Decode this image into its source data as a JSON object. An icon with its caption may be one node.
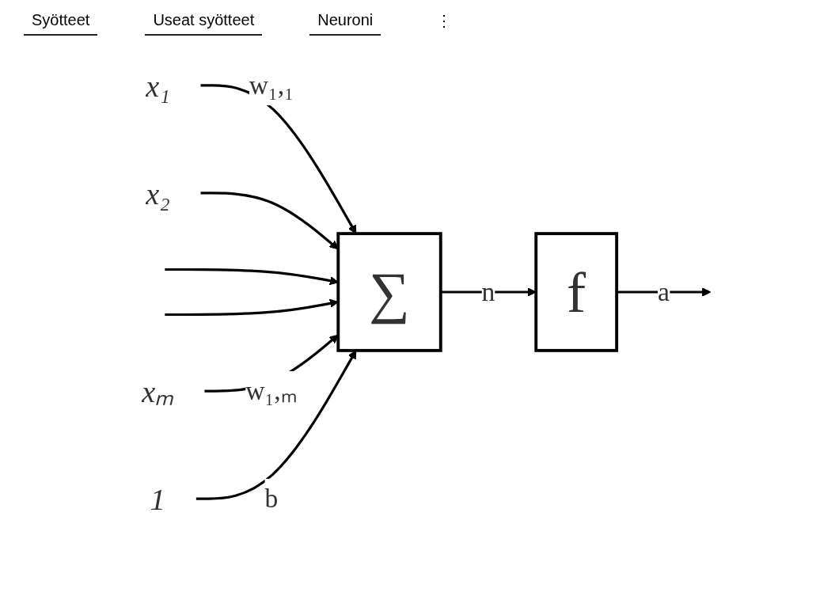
{
  "diagram": {
    "nodes": [
      {
        "text": [
          "x₁"
        ]
      },
      {
        "text": [
          "x₂"
        ]
      },
      {
        "text": [
          "xₘ"
        ]
      },
      {
        "text": [
          "∑"
        ]
      },
      {
        "text": [
          "f"
        ]
      },
      {
        "text": [
          "1"
        ]
      }
    ],
    "edges": [
      {
        "from": 0,
        "to": 3,
        "arrow": "to",
        "label": "w₁,₁"
      },
      {
        "from": 1,
        "to": 3,
        "arrow": "to"
      },
      {
        "from": null,
        "to": 3,
        "arrow": "to"
      },
      {
        "from": null,
        "to": 3,
        "arrow": "to"
      },
      {
        "from": 2,
        "to": 3,
        "arrow": "to",
        "label": "w₁,ₘ"
      },
      {
        "from": 5,
        "to": 3,
        "arrow": "to",
        "label": "b"
      },
      {
        "from": 3,
        "to": 4,
        "arrow": "to",
        "label": "n"
      },
      {
        "from": 4,
        "to": null,
        "arrow": "to",
        "label": "a"
      }
    ],
    "labels": [
      "Syötteet",
      "Useat syötteet",
      "Neuroni",
      "⋮"
    ]
  }
}
